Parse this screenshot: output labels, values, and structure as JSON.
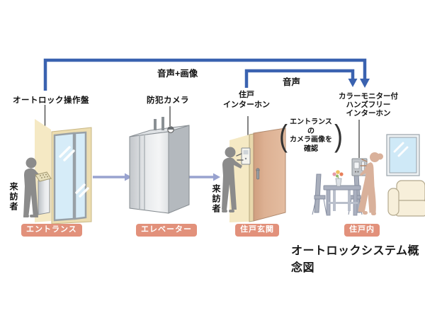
{
  "flows": {
    "audio_plus_image": "音声+画像",
    "audio": "音声"
  },
  "labels": {
    "autolock_panel": "オートロック操作盤",
    "security_camera": "防犯カメラ",
    "unit_intercom": "住戸\nインターホン",
    "monitor_intercom": "カラーモニター付\nハンズフリー\nインターホン"
  },
  "note": {
    "open": "(",
    "text": "エントランスの\nカメラ画像を\n確認",
    "close": ")"
  },
  "visitors": {
    "entrance": "来訪者",
    "unit_door": "来訪者"
  },
  "zones": [
    {
      "label": "エントランス"
    },
    {
      "label": "エレベーター"
    },
    {
      "label": "住戸玄関"
    },
    {
      "label": "住戸内"
    }
  ],
  "caption": "オートロックシステム概念図",
  "colors": {
    "flow_line": "#3a62b0",
    "scene_arrow": "#98a2cf",
    "badge": "#e2917b",
    "wall": "#f5e9c4",
    "glass": "#d6ecf8",
    "door": "#d9ae91",
    "silhouette": "#8b8b8b",
    "woman_silhouette": "#d9b19b"
  }
}
